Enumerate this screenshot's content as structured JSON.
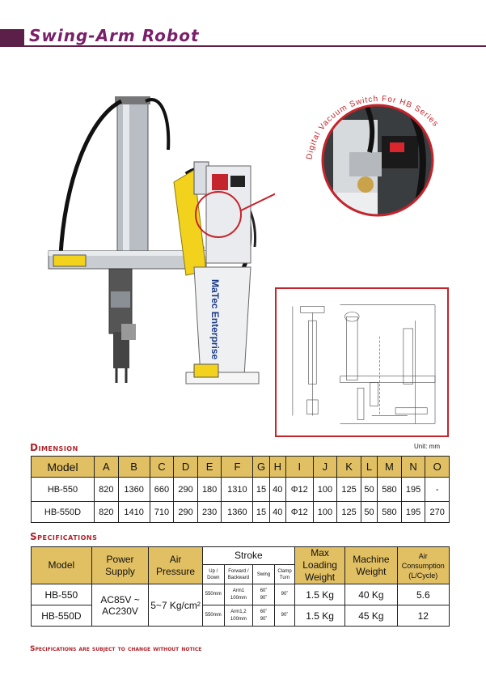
{
  "header": {
    "title": "Swing-Arm Robot"
  },
  "photo": {
    "brand_label": "MaTec Enterprise"
  },
  "inset": {
    "label": "Digital Vacuum Switch For HB Series"
  },
  "dimension": {
    "heading": "Dimension",
    "unit": "Unit: mm",
    "columns": [
      "Model",
      "A",
      "B",
      "C",
      "D",
      "E",
      "F",
      "G",
      "H",
      "I",
      "J",
      "K",
      "L",
      "M",
      "N",
      "O"
    ],
    "rows": [
      [
        "HB-550",
        "820",
        "1360",
        "660",
        "290",
        "180",
        "1310",
        "15",
        "40",
        "Φ12",
        "100",
        "125",
        "50",
        "580",
        "195",
        "-"
      ],
      [
        "HB-550D",
        "820",
        "1410",
        "710",
        "290",
        "230",
        "1360",
        "15",
        "40",
        "Φ12",
        "100",
        "125",
        "50",
        "580",
        "195",
        "270"
      ]
    ]
  },
  "specifications": {
    "heading": "Specifications",
    "headers": {
      "model": "Model",
      "power_supply": "Power Supply",
      "air_pressure": "Air Pressure",
      "stroke": "Stroke",
      "up_down": "Up / Down",
      "forward_backward": "Forward / Backward",
      "swing": "Swing",
      "clamp_turn": "Clamp Turn",
      "max_loading_weight": "Max Loading Weight",
      "machine_weight": "Machine Weight",
      "air_consumption": "Air Consumption (L/Cycle)"
    },
    "power_supply_value": "AC85V ~ AC230V",
    "air_pressure_value": "5~7 Kg/cm²",
    "rows": [
      {
        "model": "HB-550",
        "up_down": "550mm",
        "arm_label": "Arm1",
        "fb": "100mm",
        "swing_top": "60˚",
        "swing_bottom": "90˚",
        "clamp": "90˚",
        "max_loading": "1.5 Kg",
        "machine_weight": "40 Kg",
        "air": "5.6"
      },
      {
        "model": "HB-550D",
        "up_down": "550mm",
        "arm_label": "Arm1,2",
        "fb": "100mm",
        "swing_top": "60˚",
        "swing_bottom": "90˚",
        "clamp": "90˚",
        "max_loading": "1.5 Kg",
        "machine_weight": "45 Kg",
        "air": "12"
      }
    ]
  },
  "footnote": "Specifications are subject to change without notice",
  "colors": {
    "accent": "#b0242b",
    "title": "#7a1f6a",
    "header_fill": "#e1bf63",
    "robot_yellow": "#f2d21c"
  }
}
